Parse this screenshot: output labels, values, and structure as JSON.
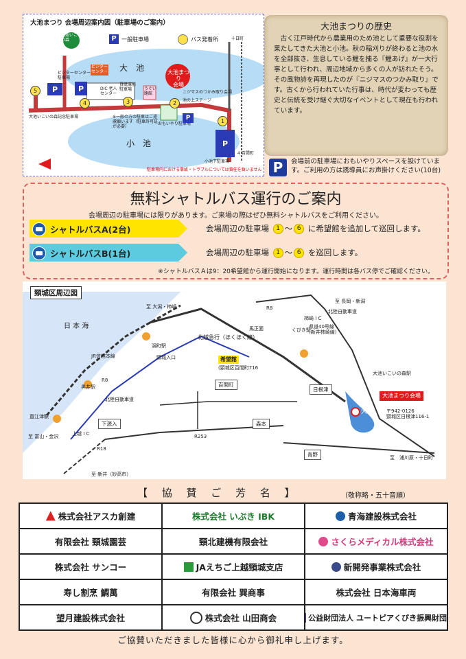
{
  "venue_map": {
    "title": "大池まつり 会場周辺案内図（駐車場のご案内）",
    "legend": {
      "general_parking": "一般駐車場",
      "bus_stop": "バス発着所"
    },
    "pond_big": "大　池",
    "pond_small": "小　池",
    "festival_venue": "大池まつり\n会場",
    "north_label": "十日町",
    "labels": {
      "forest_park": "大池いこいの森",
      "visitor_center": "ビジター\nセンター",
      "visitor_lot": "ビジターセンター\n駐車場",
      "senior_center": "DIC 老人\nセンター",
      "boathouse": "貸艇庫前\n駐車場",
      "ps": "うぐい\n路館",
      "nijimasu": "ニジマスのつかみ取り会場",
      "stage": "池の上ステージ",
      "hall": "大池いこいの森記念駐車場",
      "omoiyari": "おもいやり駐車場",
      "general_parking_note": "※一般の方の駐車はご遠慮願います（駐車許可証が必要）",
      "lower_lot": "小池下駐車場",
      "hishiya": "4 百間町",
      "caution": "駐車場内における事故・トラブルについては責任を負いません"
    },
    "stops": [
      "1",
      "2",
      "3",
      "4",
      "5"
    ]
  },
  "history": {
    "title": "大池まつりの歴史",
    "body": "古く江戸時代から農業用のため池として重要な役割を果たしてきた大池と小池。秋の稲刈りが終わると池の水を全部抜き、生息している鯉を捕る『鯉あげ』が一大行事として行われ、周辺地域から多くの人が訪れたそう。その風物詩を再現したのが『ニジマスのつかみ取り』です。古くから行われていた行事は、時代が変わっても歴史と伝統を受け継ぐ大切なイベントとして現在も行われています。"
  },
  "parking_note": {
    "icon": "P",
    "text": "会場前の駐車場におもいやりスペースを設けています。ご利用の方は誘導員にお声掛けください(10台)"
  },
  "shuttle": {
    "title": "無料シャトルバス運行のご案内",
    "subtitle": "会場周辺の駐車場には限りがあります。ご来場の際はぜひ無料シャトルバスをご利用ください。",
    "route_a": {
      "label": "シャトルバスA(2台)",
      "pre": "会場周辺の駐車場",
      "from": "1",
      "to": "6",
      "post": "に希望館を追加して巡回します。"
    },
    "route_b": {
      "label": "シャトルバスB(1台)",
      "pre": "会場周辺の駐車場",
      "from": "1",
      "to": "6",
      "post": "を巡回します。"
    },
    "note": "※シャトルバスＡは9：20希望館から運行開始になります。運行時間は各バス停でご確認ください。",
    "tilde": "〜"
  },
  "area_map": {
    "title": "頸城区周辺図",
    "sea": "日 本 海",
    "labels": {
      "ogata": "至 大潟・柿崎",
      "r8_top": "R8",
      "nagaoka": "至 長岡・新潟",
      "kakizaki_ic": "柿崎 I C",
      "hokuriku_exp": "北陸自動車道",
      "hokuetsu": "北越急行（ほくほく線）",
      "umashita": "馬正面",
      "jr_line": "JR信越本線",
      "gata_sta": "潟町駅",
      "kubiki_ic": "頸城入口",
      "kibokan": "希望館",
      "kibokan_addr": "(頸城区百間町716",
      "kuroi_sta": "黒井駅",
      "r8_mid": "R8",
      "hokuriku_exp2": "北陸自動車道",
      "hyakkenmachi": "百間町",
      "shimogenriu": "下源入",
      "joetsu_ic": "上越 I C",
      "naoetsu_sta": "直江津駅",
      "toyama": "至 富山・金沢",
      "r18": "R18",
      "arai": "至 新井（妙高市）",
      "r253": "R253",
      "morimoto": "森本",
      "aono": "青野",
      "hishitsu": "日根津",
      "kubikino": "くびき駅",
      "ikoi_sta": "大池いこいの森駅",
      "railway40": "県道40号線\n(新井柿崎線)",
      "festival": "大池まつり会場",
      "festival_addr": "〒942-0126\n頸城区日根津116-1",
      "ooike": "大池",
      "urakawara": "至　浦川原・十日町"
    }
  },
  "sponsors": {
    "heading": "【 協 賛 ご 芳 名 】",
    "note": "（敬称略・五十音順）",
    "items": [
      "株式会社アスカ創建",
      "株式会社 いぶき IBK",
      "青海建設株式会社",
      "有限会社 頸城園芸",
      "頸北建機有限会社",
      "さくらメディカル株式会社",
      "株式会社 サンコー",
      "JAえちご上越頸城支店",
      "新開発事業株式会社",
      "寿し割烹 鯛萬",
      "有限会社 巽商事",
      "株式会社 日本海車両",
      "望月建設株式会社",
      "株式会社 山田商会",
      "公益財団法人 ユートピアくびき振興財団"
    ]
  },
  "thanks": "ご協賛いただきました皆様に心から御礼申し上げます。",
  "colors": {
    "bus_a": "#ffe400",
    "bus_b": "#5ccbe0",
    "road": "#c43a3a",
    "pond": "#a8d4f4",
    "parking": "#2a3bb5"
  }
}
